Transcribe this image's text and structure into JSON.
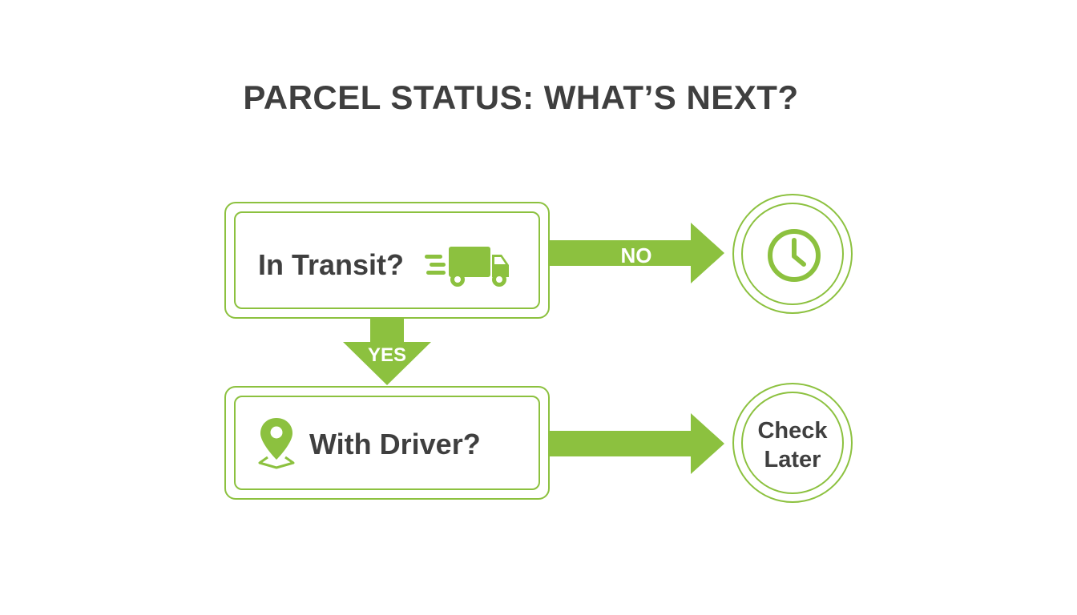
{
  "title": "PARCEL STATUS: WHAT’S NEXT?",
  "nodes": {
    "transit": {
      "label": "In Transit?",
      "icon": "delivery-truck-icon"
    },
    "driver": {
      "label": "With Driver?",
      "icon": "location-pin-icon"
    },
    "wait": {
      "icon": "clock-icon"
    },
    "check": {
      "line1": "Check",
      "line2": "Later"
    }
  },
  "edges": {
    "no": "NO",
    "yes": "YES"
  },
  "colors": {
    "accent": "#8cc13f",
    "text": "#3f3f3f",
    "background": "#ffffff"
  }
}
